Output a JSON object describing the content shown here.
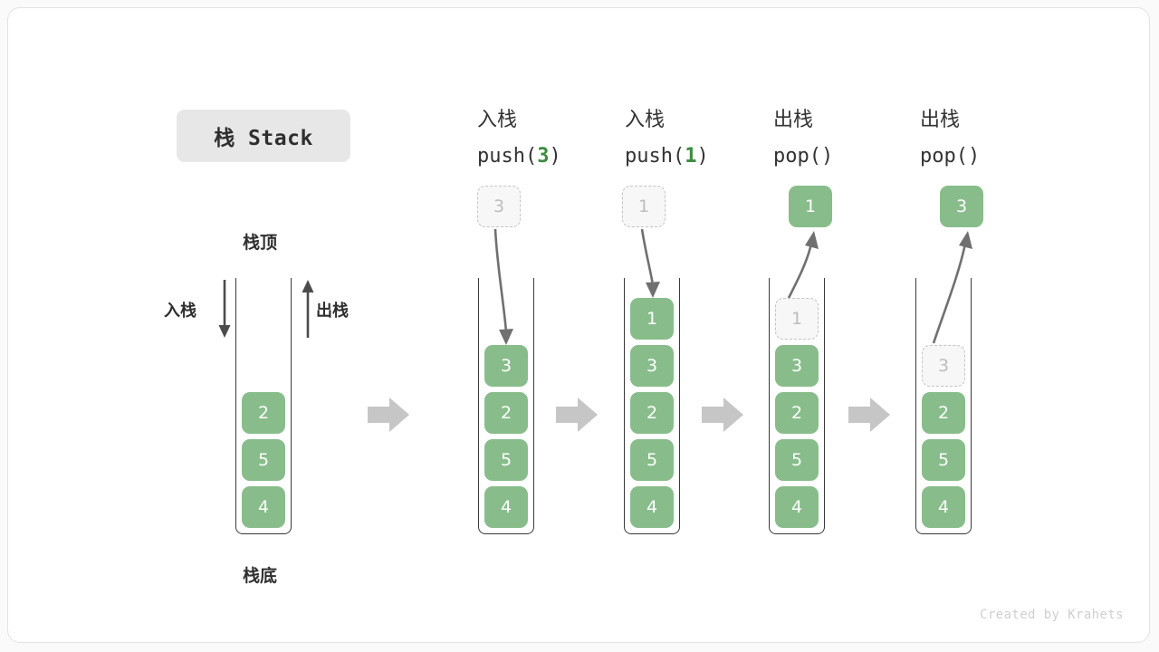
{
  "title": {
    "label": "栈 Stack"
  },
  "labels": {
    "top": "栈顶",
    "bottom": "栈底",
    "push_side": "入栈",
    "pop_side": "出栈"
  },
  "watermark": "Created by Krahets",
  "colors": {
    "element_fill": "#88bd8b",
    "element_text": "#ffffff",
    "ghost_fill": "#f7f7f7",
    "ghost_border": "#c4c4c4",
    "arrow_gray": "#c6c6c6",
    "curve_arrow": "#707070",
    "accent_green": "#3d8b40",
    "pill_bg": "#e7e7e7"
  },
  "stages": [
    {
      "id": "initial",
      "head_line1": "",
      "head_line2": "",
      "head_arg": "",
      "stack": [
        "2",
        "5",
        "4"
      ],
      "ghost_in_stack": null,
      "ghost_above": null,
      "popped_above": null
    },
    {
      "id": "push-3",
      "head_line1": "入栈",
      "head_line2_prefix": "push(",
      "head_arg": "3",
      "head_line2_suffix": ")",
      "stack": [
        "3",
        "2",
        "5",
        "4"
      ],
      "ghost_above": "3",
      "ghost_in_stack": null,
      "popped_above": null
    },
    {
      "id": "push-1",
      "head_line1": "入栈",
      "head_line2_prefix": "push(",
      "head_arg": "1",
      "head_line2_suffix": ")",
      "stack": [
        "1",
        "3",
        "2",
        "5",
        "4"
      ],
      "ghost_above": "1",
      "ghost_in_stack": null,
      "popped_above": null
    },
    {
      "id": "pop-1",
      "head_line1": "出栈",
      "head_line2_prefix": "pop(",
      "head_arg": "",
      "head_line2_suffix": ")",
      "stack": [
        "3",
        "2",
        "5",
        "4"
      ],
      "ghost_in_stack": "1",
      "popped_above": "1",
      "ghost_above": null
    },
    {
      "id": "pop-2",
      "head_line1": "出栈",
      "head_line2_prefix": "pop(",
      "head_arg": "",
      "head_line2_suffix": ")",
      "stack": [
        "2",
        "5",
        "4"
      ],
      "ghost_in_stack": "3",
      "popped_above": "3",
      "ghost_above": null
    }
  ]
}
